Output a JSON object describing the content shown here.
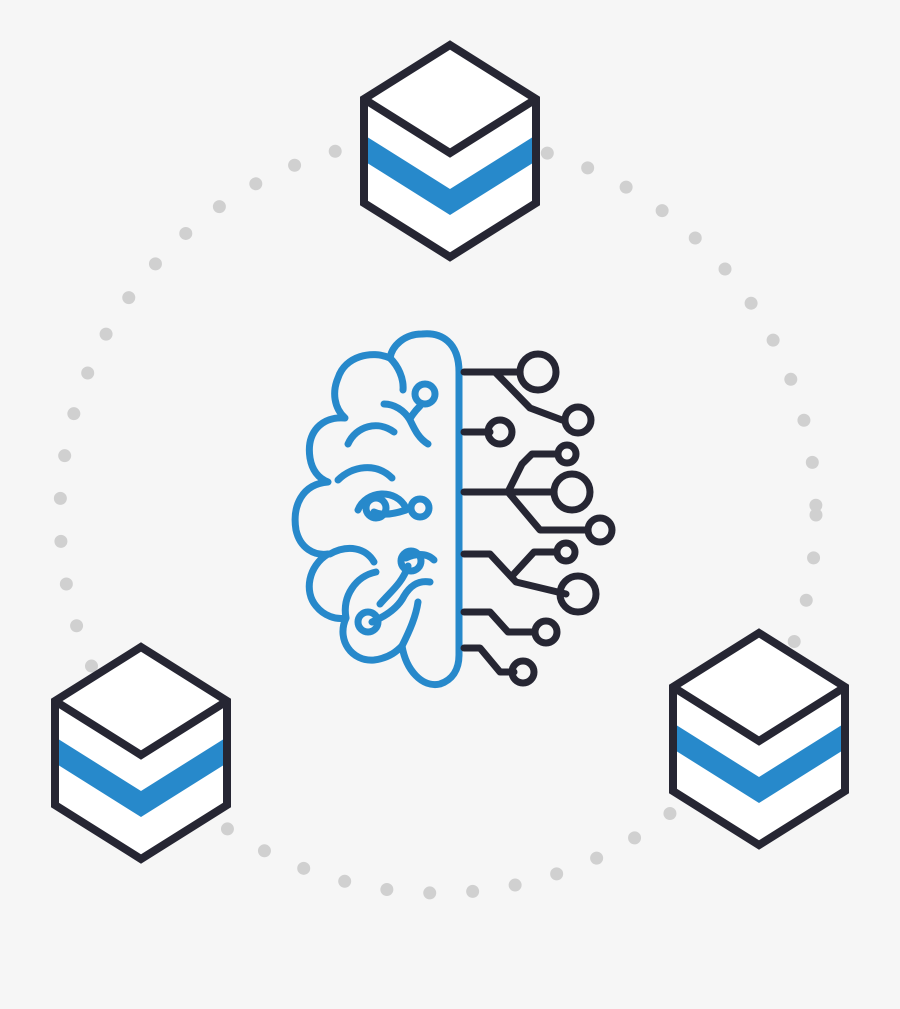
{
  "colors": {
    "background": "#f6f6f6",
    "outline": "#262633",
    "accent": "#2789cb",
    "fill": "#ffffff",
    "dots": "#d0d0d0"
  },
  "diagram": {
    "center_icon": "ai-brain-circuit-icon",
    "orbit_style": "dotted-circle",
    "nodes": [
      {
        "id": "top",
        "icon": "cube-stack-icon"
      },
      {
        "id": "bottom-left",
        "icon": "cube-stack-icon"
      },
      {
        "id": "bottom-right",
        "icon": "cube-stack-icon"
      }
    ]
  }
}
